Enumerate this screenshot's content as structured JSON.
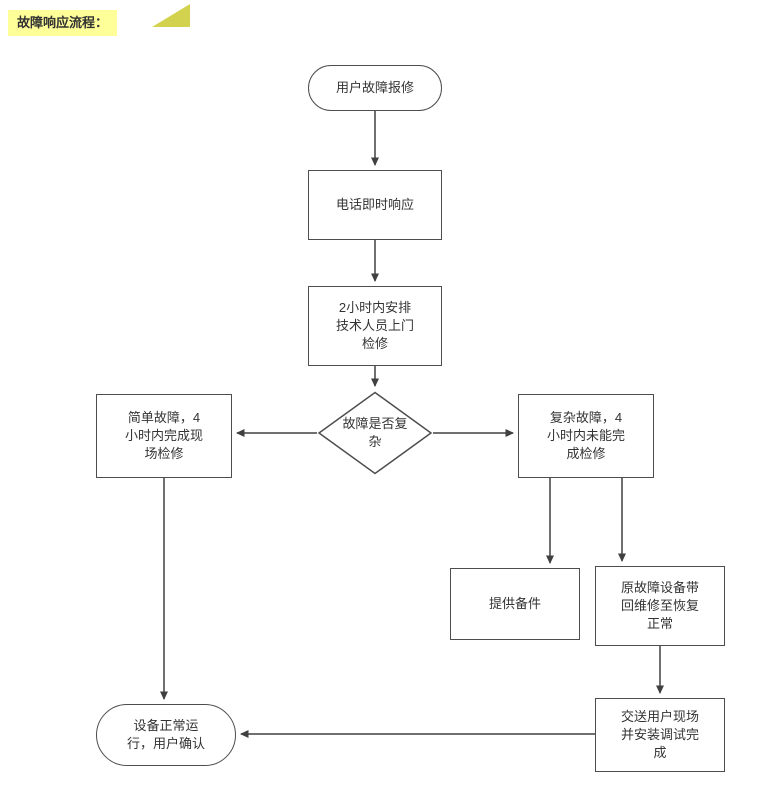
{
  "header": {
    "title": "故障响应流程："
  },
  "flowchart": {
    "nodes": {
      "start": "用户故障报修",
      "respond": "电话即时响应",
      "arrange": "2小时内安排技术人员上门检修",
      "decision": "故障是否复杂",
      "simple": "简单故障，4小时内完成现场检修",
      "complex": "复杂故障，4小时内未能完成检修",
      "spare": "提供备件",
      "bring_back": "原故障设备带回维修至恢复正常",
      "deliver": "交送用户现场并安装调试完成",
      "end": "设备正常运行，用户确认"
    },
    "colors": {
      "line": "#404040",
      "node_border": "#4d4d4d",
      "node_fill": "#ffffff",
      "text": "#333333",
      "label_background": "#ffff99",
      "fold_triangle": "#d2d24f"
    }
  }
}
